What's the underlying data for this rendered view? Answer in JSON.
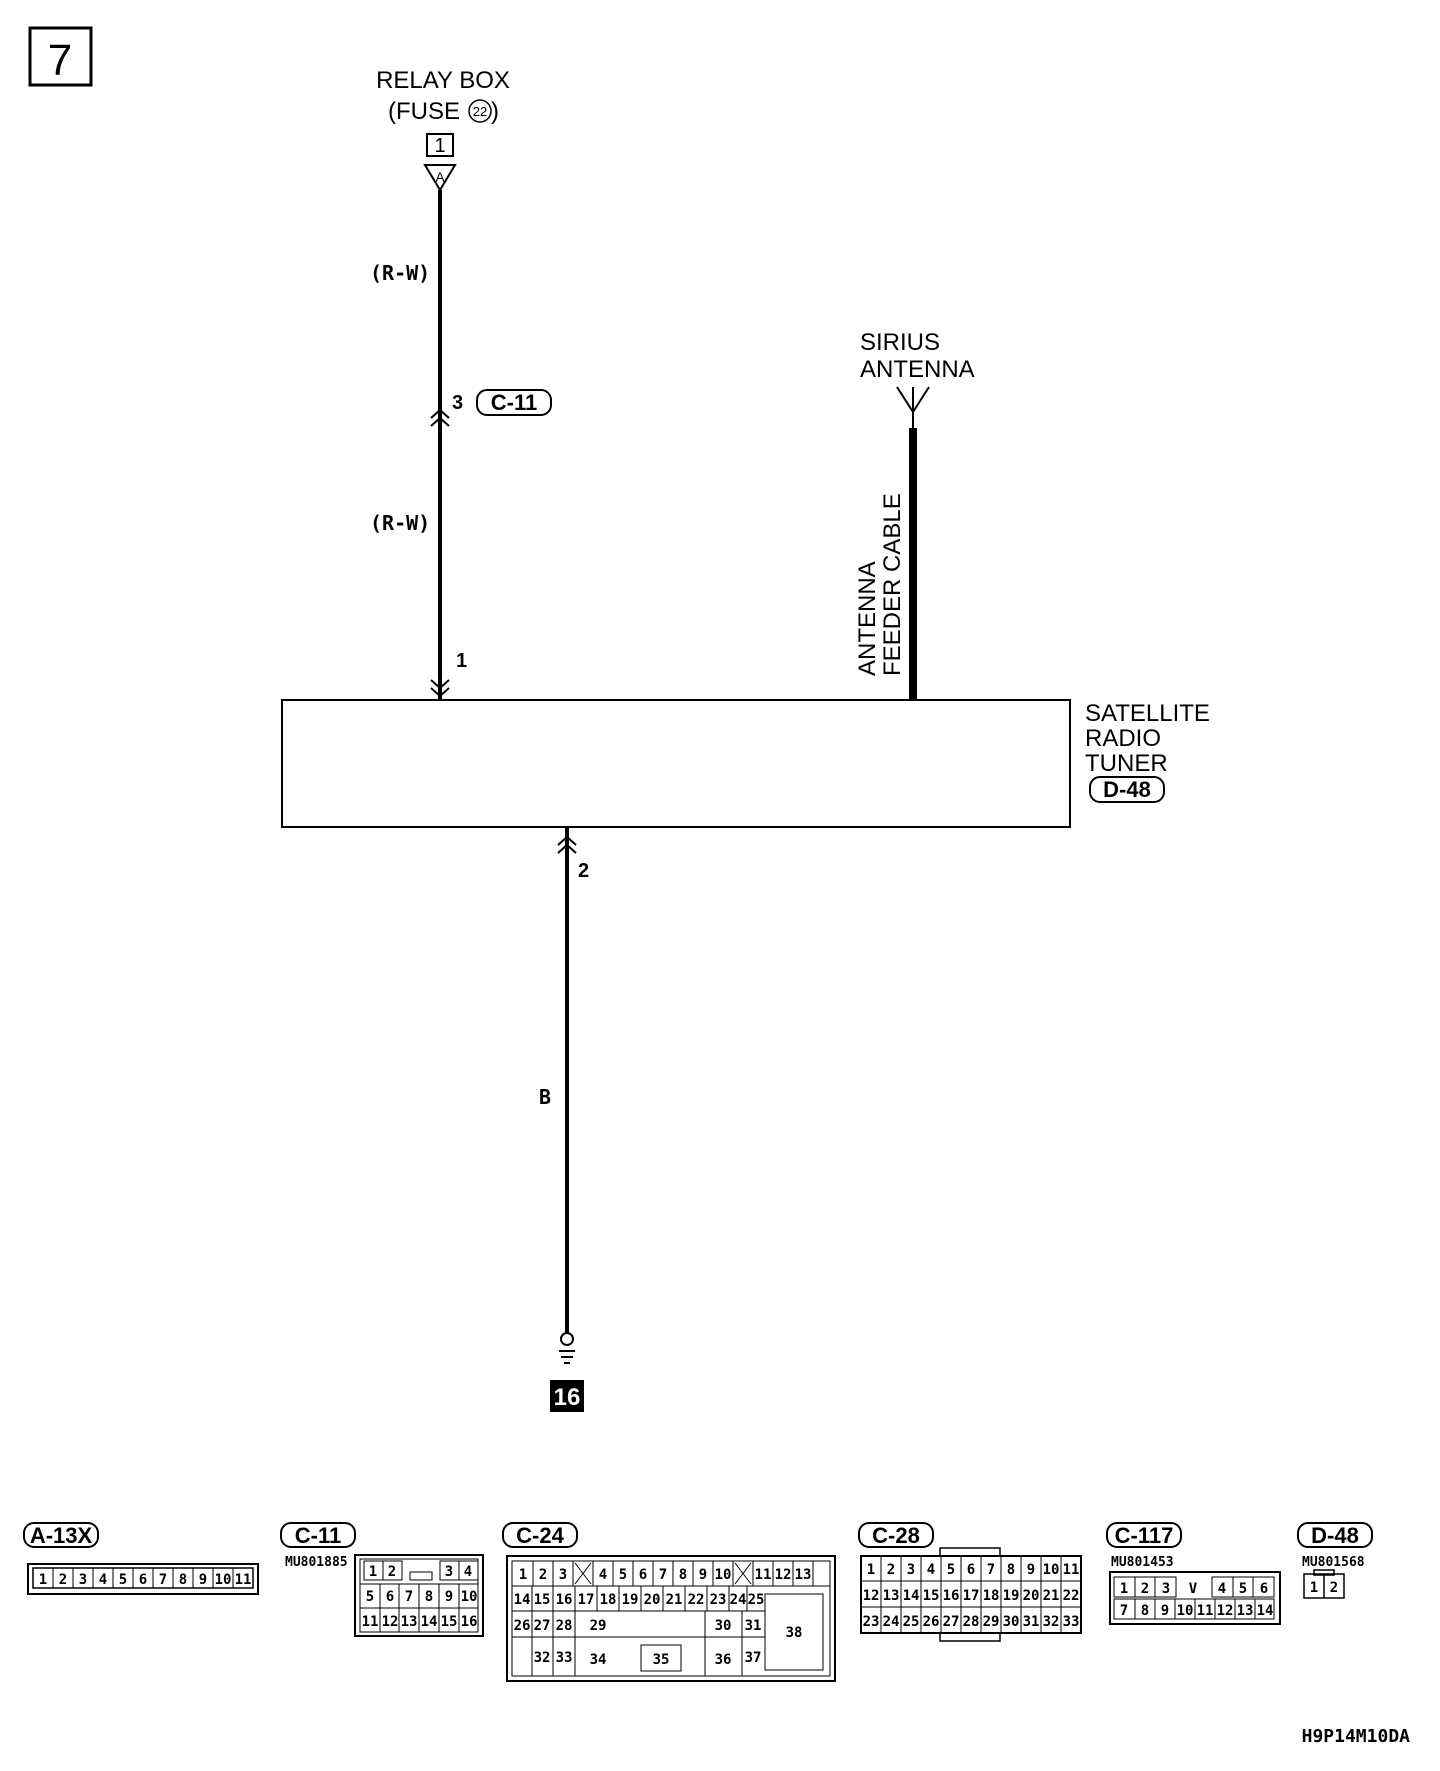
{
  "page_number": "7",
  "relay_box": {
    "line1": "RELAY BOX",
    "line2_prefix": "(FUSE",
    "fuse_number": "22",
    "line2_suffix": ")"
  },
  "relay_connector": {
    "number": "1",
    "letter": "A"
  },
  "wire_colors": {
    "upper": "(R-W)",
    "middle": "(R-W)",
    "ground": "B"
  },
  "pins": {
    "c11_pin": "3",
    "tuner_in": "1",
    "tuner_ground": "2"
  },
  "connector_tags": {
    "c11": "C-11",
    "d48": "D-48"
  },
  "antenna": {
    "line1": "SIRIUS",
    "line2": "ANTENNA",
    "cable_line1": "ANTENNA",
    "cable_line2": "FEEDER CABLE"
  },
  "tuner": {
    "line1": "SATELLITE",
    "line2": "RADIO",
    "line3": "TUNER",
    "connector": "D-48"
  },
  "ground_point": "16",
  "connectors": [
    {
      "id": "A-13X",
      "part": "",
      "rows": [
        [
          "1",
          "2",
          "3",
          "4",
          "5",
          "6",
          "7",
          "8",
          "9",
          "10",
          "11"
        ]
      ]
    },
    {
      "id": "C-11",
      "part": "MU801885",
      "rows": [
        [
          "1",
          "2",
          "",
          "3",
          "4"
        ],
        [
          "5",
          "6",
          "7",
          "8",
          "9",
          "10"
        ],
        [
          "11",
          "12",
          "13",
          "14",
          "15",
          "16"
        ]
      ]
    },
    {
      "id": "C-24",
      "part": "",
      "rows": [
        [
          "1",
          "2",
          "3",
          "X",
          "4",
          "5",
          "6",
          "7",
          "8",
          "9",
          "10",
          "X",
          "11",
          "12",
          "13"
        ],
        [
          "14",
          "15",
          "16",
          "17",
          "18",
          "19",
          "20",
          "21",
          "22",
          "23",
          "24",
          "25"
        ],
        [
          "26",
          "27",
          "28",
          "29",
          "30",
          "31",
          "38"
        ],
        [
          "32",
          "33",
          "34",
          "35",
          "36",
          "37"
        ]
      ]
    },
    {
      "id": "C-28",
      "part": "",
      "rows": [
        [
          "1",
          "2",
          "3",
          "4",
          "5",
          "6",
          "7",
          "8",
          "9",
          "10",
          "11"
        ],
        [
          "12",
          "13",
          "14",
          "15",
          "16",
          "17",
          "18",
          "19",
          "20",
          "21",
          "22"
        ],
        [
          "23",
          "24",
          "25",
          "26",
          "27",
          "28",
          "29",
          "30",
          "31",
          "32",
          "33"
        ]
      ]
    },
    {
      "id": "C-117",
      "part": "MU801453",
      "rows": [
        [
          "1",
          "2",
          "3",
          "V",
          "4",
          "5",
          "6"
        ],
        [
          "7",
          "8",
          "9",
          "10",
          "11",
          "12",
          "13",
          "14"
        ]
      ]
    },
    {
      "id": "D-48",
      "part": "MU801568",
      "rows": [
        [
          "1",
          "2"
        ]
      ]
    }
  ],
  "drawing_code": "H9P14M10DA"
}
